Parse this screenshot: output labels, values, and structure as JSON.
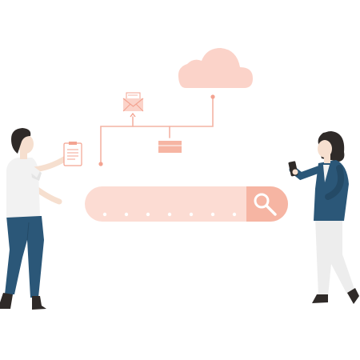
{
  "scene": {
    "cloud": {
      "icon": "cloud-icon"
    },
    "mail": {
      "icon": "envelope-icon"
    },
    "storage": {
      "icon": "server-box-icon"
    },
    "search_bar": {
      "icon": "magnifier-icon",
      "placeholder_dot_count": 7
    },
    "man": {
      "holds": "clipboard-document"
    },
    "woman": {
      "holds": "smartphone"
    }
  },
  "colors": {
    "accent_light": "#fbd3c9",
    "accent": "#f6b5a3",
    "accent_dark": "#f3a391",
    "navy": "#2b5778",
    "skin": "#f6dfcf",
    "hair": "#2f2a28"
  }
}
